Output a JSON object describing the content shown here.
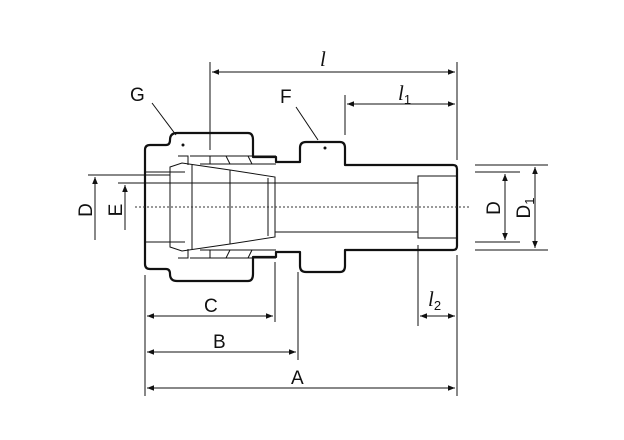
{
  "labels": {
    "G": "G",
    "F": "F",
    "l": "l",
    "l1_main": "l",
    "l1_sub": "1",
    "l2_main": "l",
    "l2_sub": "2",
    "D_left": "D",
    "E": "E",
    "D_right": "D",
    "D1_main": "D",
    "D1_sub": "1",
    "A": "A",
    "B": "B",
    "C": "C"
  }
}
